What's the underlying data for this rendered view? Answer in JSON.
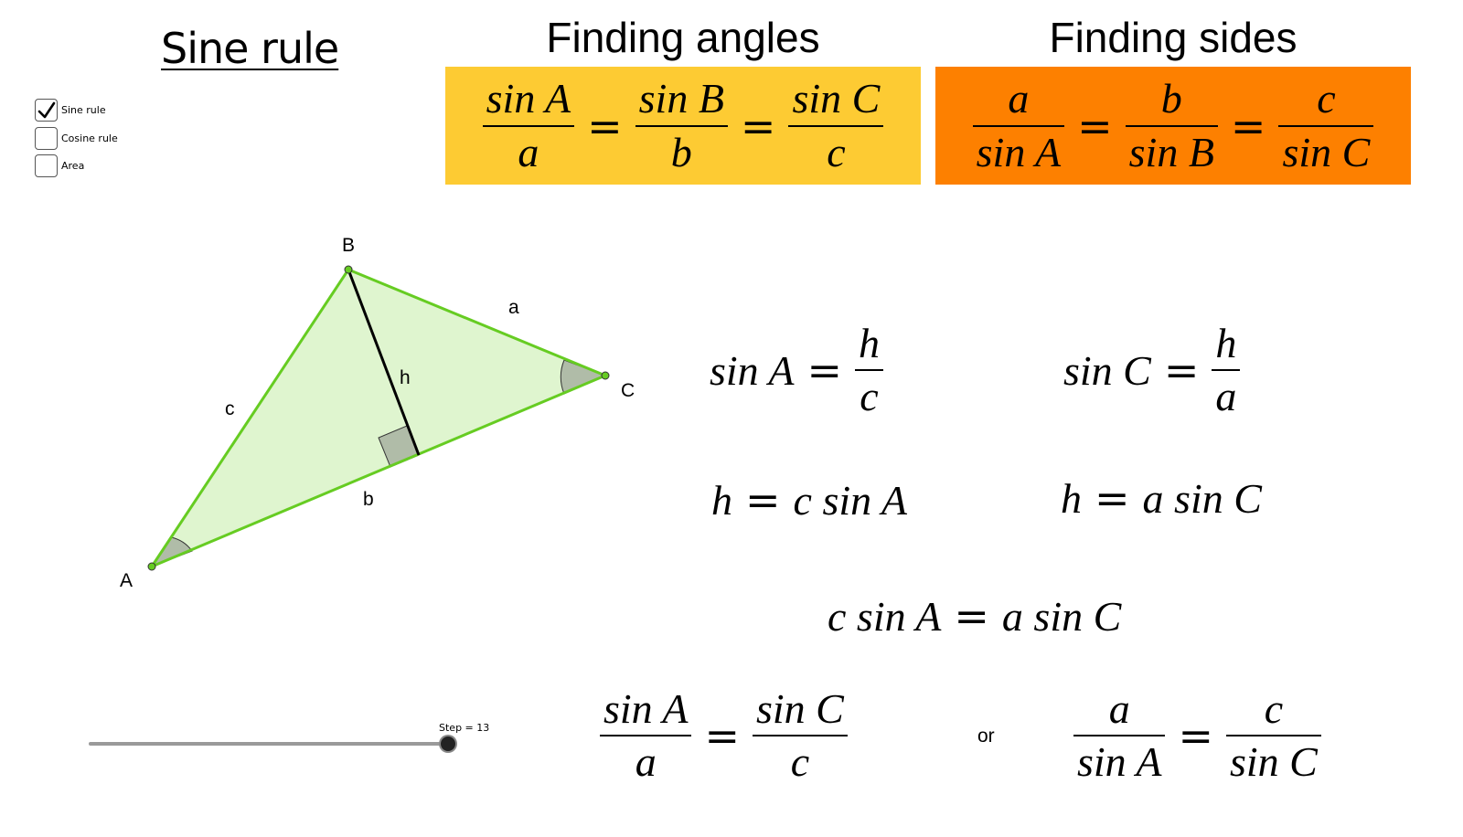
{
  "title": "Sine rule",
  "checkboxes": [
    {
      "label": "Sine rule",
      "checked": true
    },
    {
      "label": "Cosine rule",
      "checked": false
    },
    {
      "label": "Area",
      "checked": false
    }
  ],
  "headings": {
    "angles": "Finding angles",
    "sides": "Finding sides"
  },
  "colors": {
    "angles_box": "#fdcb33",
    "sides_box": "#fd8000",
    "triangle_fill": "#dff5cf",
    "triangle_stroke": "#66cc22",
    "angle_fill": "#b0bca8"
  },
  "formulas": {
    "angles": {
      "t1_num": "sin A",
      "t1_den": "a",
      "t2_num": "sin B",
      "t2_den": "b",
      "t3_num": "sin C",
      "t3_den": "c",
      "eq": "="
    },
    "sides": {
      "t1_num": "a",
      "t1_den": "sin A",
      "t2_num": "b",
      "t2_den": "sin B",
      "t3_num": "c",
      "t3_den": "sin C",
      "eq": "="
    },
    "sinA_def": {
      "lhs": "sin A",
      "eq": "=",
      "num": "h",
      "den": "c"
    },
    "sinC_def": {
      "lhs": "sin C",
      "eq": "=",
      "num": "h",
      "den": "a"
    },
    "h_from_A": {
      "lhs": "h",
      "eq": "=",
      "rhs": "c sin A"
    },
    "h_from_C": {
      "lhs": "h",
      "eq": "=",
      "rhs": "a sin C"
    },
    "combined": {
      "lhs": "c sin A",
      "eq": "=",
      "rhs": "a sin C"
    },
    "final_left": {
      "t1_num": "sin A",
      "t1_den": "a",
      "t2_num": "sin C",
      "t2_den": "c",
      "eq": "="
    },
    "or": "or",
    "final_right": {
      "t1_num": "a",
      "t1_den": "sin A",
      "t2_num": "c",
      "t2_den": "sin C",
      "eq": "="
    }
  },
  "triangle": {
    "vertices": {
      "A": "A",
      "B": "B",
      "C": "C"
    },
    "sides": {
      "a": "a",
      "b": "b",
      "c": "c",
      "h": "h"
    }
  },
  "slider": {
    "label": "Step = 13",
    "value": 13
  }
}
